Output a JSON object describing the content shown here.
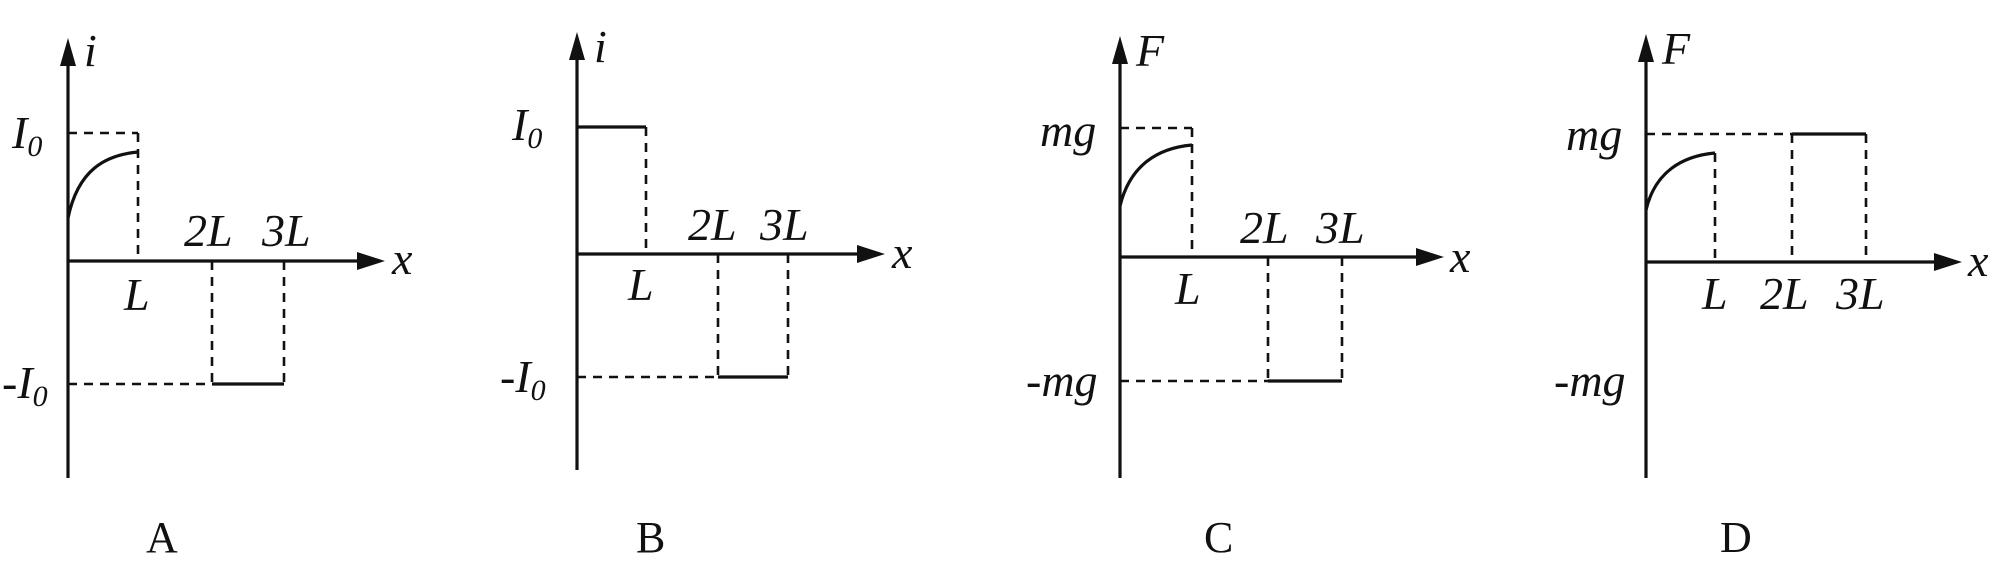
{
  "panels": [
    {
      "id": "A",
      "option_label": "A",
      "y_axis": "i",
      "x_axis": "x",
      "level_pos": "I",
      "level_pos_sub": "0",
      "level_neg": "-I",
      "level_neg_sub": "0",
      "x_ticks": [
        "L",
        "2L",
        "3L"
      ],
      "segments": [
        {
          "x_range": [
            "0",
            "L"
          ],
          "shape": "rising curve approaching level",
          "level": "I0"
        },
        {
          "x_range": [
            "L",
            "2L"
          ],
          "value": 0
        },
        {
          "x_range": [
            "2L",
            "3L"
          ],
          "shape": "constant",
          "level": "-I0"
        }
      ]
    },
    {
      "id": "B",
      "option_label": "B",
      "y_axis": "i",
      "x_axis": "x",
      "level_pos": "I",
      "level_pos_sub": "0",
      "level_neg": "-I",
      "level_neg_sub": "0",
      "x_ticks": [
        "L",
        "2L",
        "3L"
      ],
      "segments": [
        {
          "x_range": [
            "0",
            "L"
          ],
          "shape": "constant",
          "level": "I0"
        },
        {
          "x_range": [
            "L",
            "2L"
          ],
          "value": 0
        },
        {
          "x_range": [
            "2L",
            "3L"
          ],
          "shape": "constant",
          "level": "-I0"
        }
      ]
    },
    {
      "id": "C",
      "option_label": "C",
      "y_axis": "F",
      "x_axis": "x",
      "level_pos": "mg",
      "level_neg": "-mg",
      "x_ticks": [
        "L",
        "2L",
        "3L"
      ],
      "segments": [
        {
          "x_range": [
            "0",
            "L"
          ],
          "shape": "rising curve approaching level",
          "level": "mg"
        },
        {
          "x_range": [
            "L",
            "2L"
          ],
          "value": 0
        },
        {
          "x_range": [
            "2L",
            "3L"
          ],
          "shape": "constant",
          "level": "-mg"
        }
      ]
    },
    {
      "id": "D",
      "option_label": "D",
      "y_axis": "F",
      "x_axis": "x",
      "level_pos": "mg",
      "level_neg": "-mg",
      "x_ticks": [
        "L",
        "2L",
        "3L"
      ],
      "segments": [
        {
          "x_range": [
            "0",
            "L"
          ],
          "shape": "rising curve approaching level",
          "level": "mg"
        },
        {
          "x_range": [
            "L",
            "2L"
          ],
          "value": 0
        },
        {
          "x_range": [
            "2L",
            "3L"
          ],
          "shape": "constant",
          "level": "mg"
        }
      ]
    }
  ]
}
